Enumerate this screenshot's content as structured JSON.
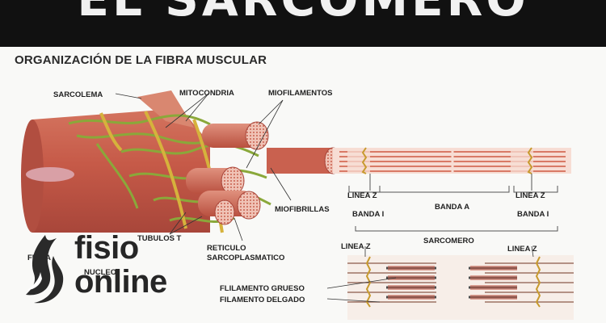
{
  "banner": {
    "title": "EL SARCOMERO"
  },
  "diagram": {
    "title": "ORGANIZACIÓN DE LA FIBRA MUSCULAR",
    "labels": {
      "sarcolema": "SARCOLEMA",
      "mitocondria": "MITOCONDRIA",
      "miofilamentos": "MIOFILAMENTOS",
      "miofibrillas": "MIOFIBRILLAS",
      "linea_z_left": "LINEA Z",
      "linea_z_right": "LINEA Z",
      "banda_a": "BANDA A",
      "banda_i_left": "BANDA I",
      "banda_i_right": "BANDA I",
      "sarcomero": "SARCOMERO",
      "reticulo_1": "RETICULO",
      "reticulo_2": "SARCOPLASMATICO",
      "tubulos_t": "TUBULOS T",
      "nucleo": "NUCLEO",
      "fibra": "FIBRA",
      "linea_z_lower_left": "LINEA Z",
      "linea_z_lower_right": "LINEA Z",
      "filamento_grueso": "FLILAMENTO GRUESO",
      "filamento_delgado": "FILAMENTO DELGADO"
    }
  },
  "logo": {
    "line1": "fisio",
    "line2": "online"
  },
  "colors": {
    "banner": "#111111",
    "muscle": "#c9614f",
    "muscle_dark": "#a8463a",
    "reticulum": "#8aa83a",
    "tubule": "#d6b23c",
    "myofibril": "#e8a99b",
    "thick": "#5a5a5a",
    "thin": "#8a5a4a"
  }
}
